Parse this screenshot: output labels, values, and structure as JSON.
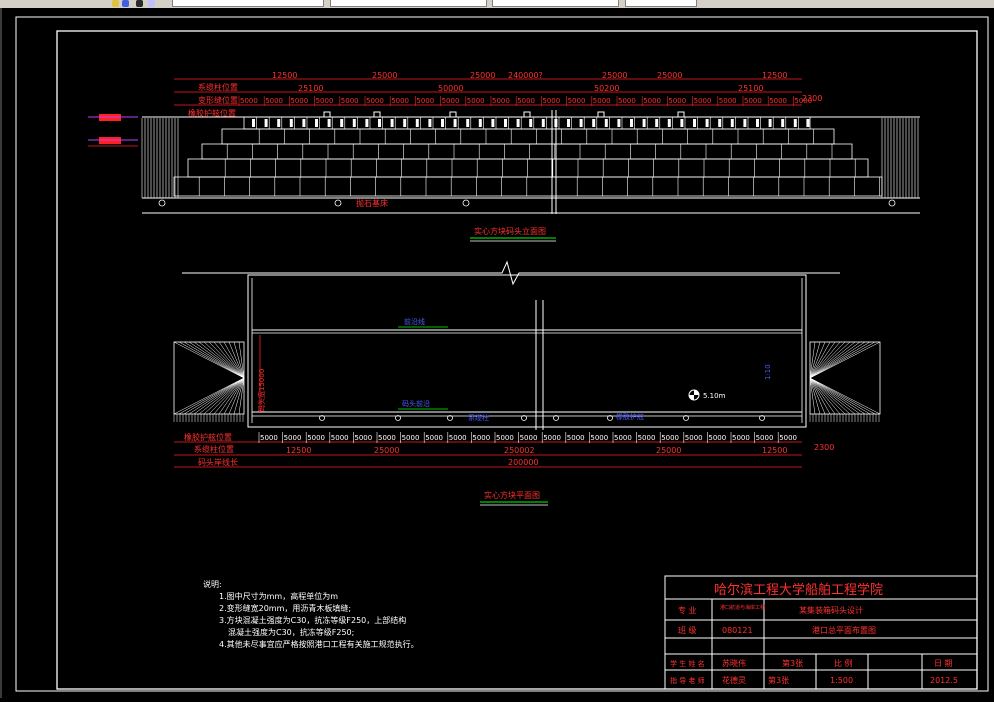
{
  "colors": {
    "background": "#000000",
    "line": "#ffffff",
    "dim_red": "#ff2020",
    "text_red": "#ff3030",
    "accent_green": "#00ff00",
    "accent_blue": "#4a5cff"
  },
  "drawing": {
    "elevation": {
      "labels": {
        "row1": "系缆柱位置",
        "row2": "变形缝位置",
        "row3": "橡胶护舷位置"
      },
      "dims_row1": [
        "12500",
        "25000",
        "25000",
        "240000?",
        "25000",
        "25000",
        "12500"
      ],
      "dims_row2": [
        "25100",
        "50000",
        "50200",
        "25100"
      ],
      "dims_row3": [
        "5000",
        "5000",
        "5000",
        "5000",
        "5000",
        "5000",
        "5000",
        "5000",
        "5000",
        "5000",
        "5000",
        "5000",
        "5000",
        "5000",
        "5000",
        "5000",
        "5000",
        "5000",
        "5000",
        "5000",
        "5000",
        "5000",
        "5000"
      ],
      "dim_right": "2300",
      "bottom_note": "抛石基床",
      "caption": "实心方块码头立面图"
    },
    "plan": {
      "label_top": "前沿线",
      "label_bottom": "码头前沿",
      "label_left": "码头宽15000",
      "label_right": "1:10",
      "label_blue2": "系缆柱",
      "label_blue3": "橡胶护舷",
      "label_marker": "5.10m",
      "left_labels": {
        "row1": "橡胶护舷位置",
        "row2": "系缆柱位置",
        "row3": "码头岸线长"
      },
      "dims_fender": [
        "5000",
        "5000",
        "5000",
        "5000",
        "5000",
        "5000",
        "5000",
        "5000",
        "5000",
        "5000",
        "5000",
        "5000",
        "5000",
        "5000",
        "5000",
        "5000",
        "5000",
        "5000",
        "5000",
        "5000",
        "5000",
        "5000",
        "5000"
      ],
      "dims_bollard": [
        "12500",
        "25000",
        "250002",
        "25000",
        "12500"
      ],
      "dim_total": "200000",
      "dim_right": "2300",
      "caption": "实心方块平面图"
    },
    "notes": {
      "title": "说明:",
      "items": [
        "1.图中尺寸为mm，高程单位为m",
        "2.变形缝宽20mm，用沥青木板填缝;",
        "3.方块混凝土强度为C30，抗冻等级F250，上部结构",
        "混凝土强度为C30，抗冻等级F250;",
        "4.其他未尽事宜应严格按照港口工程有关施工规范执行。"
      ]
    },
    "title_block": {
      "school": "哈尔滨工程大学船舶工程学院",
      "r2": [
        "专 业",
        "港口航道与海岸工程",
        "某集装箱码头设计"
      ],
      "r3": [
        "班 级",
        "080121",
        "港口总平面布置图"
      ],
      "r4": [
        "学 生 姓 名",
        "苏晓伟",
        "第3张",
        "比 例",
        "日 期"
      ],
      "r5": [
        "指 导 老 师",
        "花德灵",
        "第3张",
        "1:500",
        "2012.5"
      ]
    }
  }
}
